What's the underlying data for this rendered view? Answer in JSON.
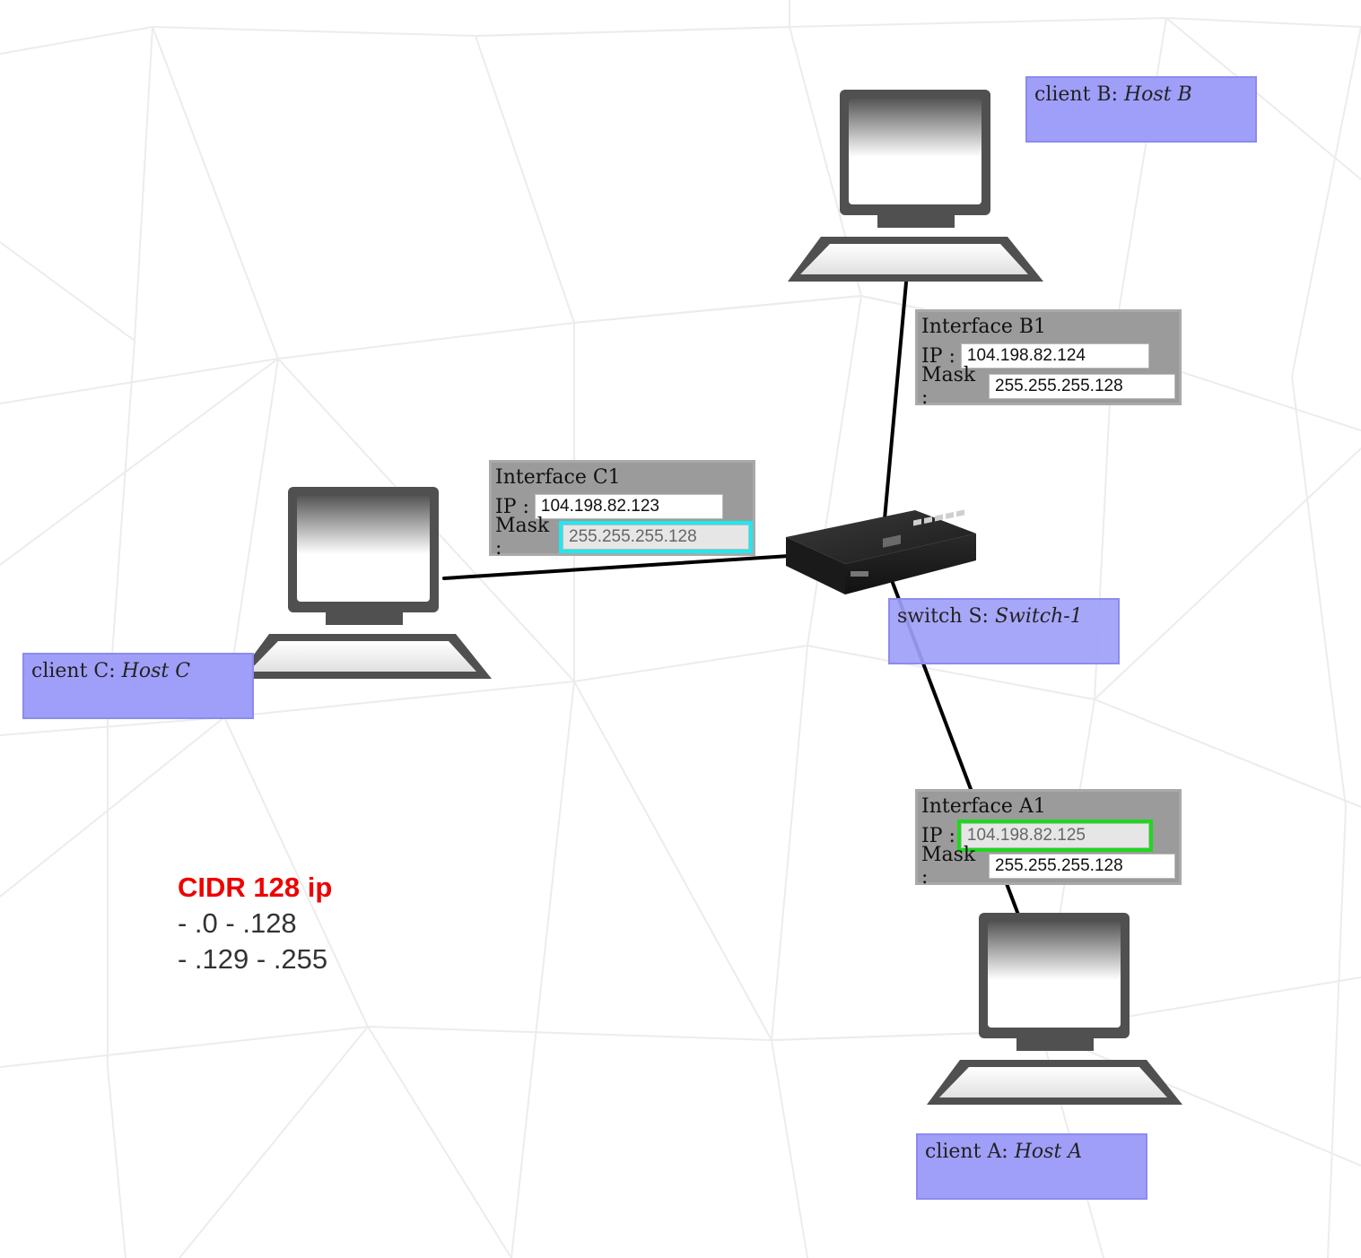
{
  "clients": {
    "b": {
      "prefix": "client B:",
      "host": "Host B"
    },
    "c": {
      "prefix": "client C:",
      "host": "Host C"
    },
    "a": {
      "prefix": "client A:",
      "host": "Host A"
    }
  },
  "switch": {
    "prefix": "switch S:",
    "name": "Switch-1"
  },
  "interfaces": {
    "b1": {
      "title": "Interface B1",
      "ip_label": "IP :",
      "ip": "104.198.82.124",
      "mask_label": "Mask :",
      "mask": "255.255.255.128"
    },
    "c1": {
      "title": "Interface C1",
      "ip_label": "IP :",
      "ip": "104.198.82.123",
      "mask_label": "Mask :",
      "mask": "255.255.255.128"
    },
    "a1": {
      "title": "Interface A1",
      "ip_label": "IP :",
      "ip": "104.198.82.125",
      "mask_label": "Mask :",
      "mask": "255.255.255.128"
    }
  },
  "note": {
    "title": "CIDR 128 ip",
    "lines": [
      "- .0 - .128",
      "- .129 - .255"
    ]
  },
  "colors": {
    "label_bg": "#9f9ff9",
    "highlight_cyan": "#1ee9ee",
    "highlight_green": "#1ed81e",
    "note_title": "#ee0000"
  }
}
